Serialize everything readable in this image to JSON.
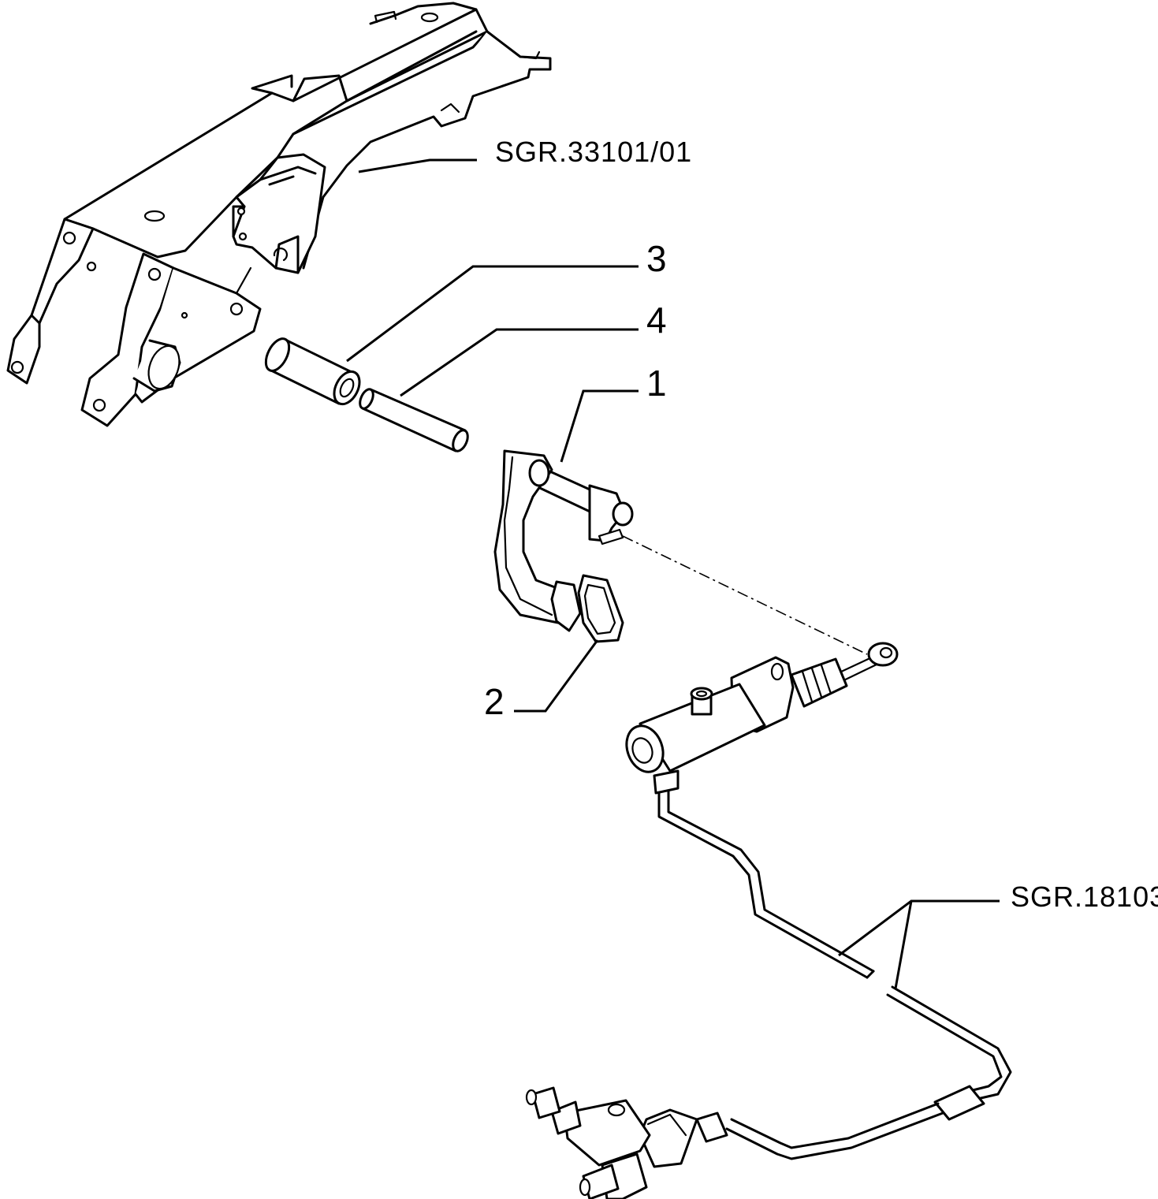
{
  "labels": {
    "ref_upper": "SGR.33101/01",
    "ref_lower": "SGR.18103",
    "callout_1": "1",
    "callout_2": "2",
    "callout_3": "3",
    "callout_4": "4"
  },
  "parts": [
    {
      "callout": "1",
      "icon": "pedal-lever-icon"
    },
    {
      "callout": "2",
      "icon": "pedal-pad-icon"
    },
    {
      "callout": "3",
      "icon": "bushing-icon"
    },
    {
      "callout": "4",
      "icon": "pin-icon"
    }
  ],
  "colors": {
    "line": "#000000",
    "background": "#ffffff"
  }
}
